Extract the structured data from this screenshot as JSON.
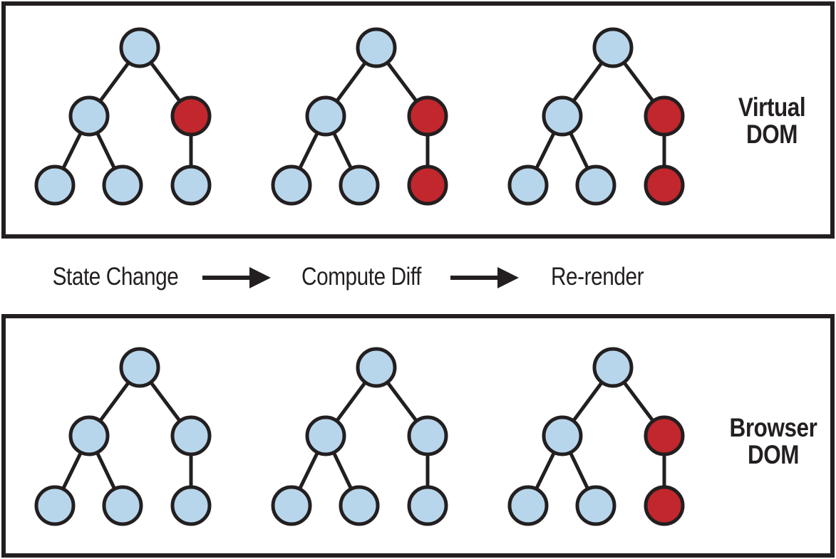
{
  "colors": {
    "node_blue": "#B8D6EB",
    "node_red": "#C1272D",
    "ink": "#231F20"
  },
  "panels": [
    {
      "id": "virtual-dom",
      "label": "Virtual\nDOM",
      "trees": [
        {
          "nodes": [
            "blue",
            "blue",
            "red",
            "blue",
            "blue",
            "blue"
          ]
        },
        {
          "nodes": [
            "blue",
            "blue",
            "red",
            "blue",
            "blue",
            "red"
          ]
        },
        {
          "nodes": [
            "blue",
            "blue",
            "red",
            "blue",
            "blue",
            "red"
          ]
        }
      ]
    },
    {
      "id": "browser-dom",
      "label": "Browser\nDOM",
      "trees": [
        {
          "nodes": [
            "blue",
            "blue",
            "blue",
            "blue",
            "blue",
            "blue"
          ]
        },
        {
          "nodes": [
            "blue",
            "blue",
            "blue",
            "blue",
            "blue",
            "blue"
          ]
        },
        {
          "nodes": [
            "blue",
            "blue",
            "red",
            "blue",
            "blue",
            "red"
          ]
        }
      ]
    }
  ],
  "flow": {
    "steps": [
      "State Change",
      "Compute Diff",
      "Re-render"
    ]
  }
}
